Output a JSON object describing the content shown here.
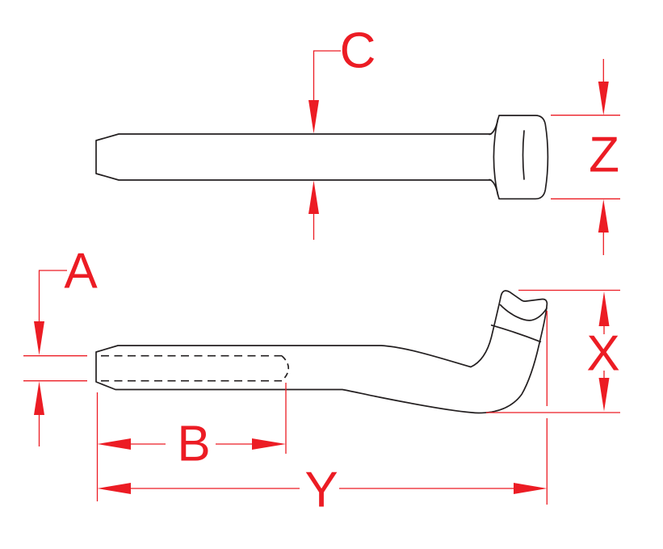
{
  "drawing": {
    "background_color": "#ffffff",
    "outline_color": "#231f20",
    "dimension_color": "#ec1c24",
    "dimension_labels": {
      "A": "A",
      "B": "B",
      "C": "C",
      "X": "X",
      "Y": "Y",
      "Z": "Z"
    }
  }
}
